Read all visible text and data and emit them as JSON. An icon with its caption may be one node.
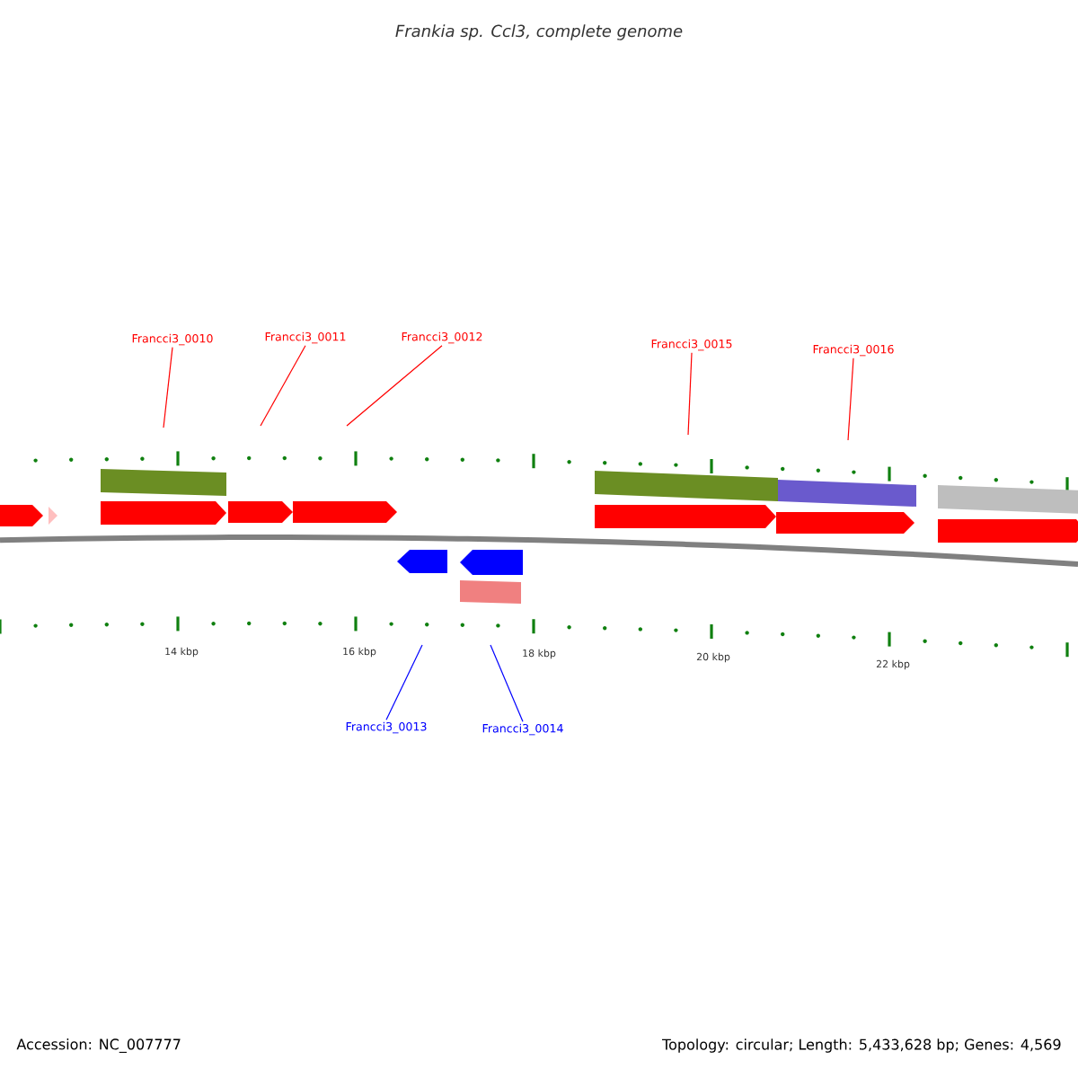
{
  "diagram": {
    "title": "Frankia sp. Ccl3, complete genome",
    "nodes": [
      {
        "text": [
          "Francci3_0010"
        ]
      },
      {
        "text": [
          "Francci3_0011"
        ]
      },
      {
        "text": [
          "Francci3_0012"
        ]
      },
      {
        "text": [
          "Francci3_0015"
        ]
      },
      {
        "text": [
          "Francci3_0016"
        ]
      },
      {
        "text": [
          "Francci3_0013"
        ]
      },
      {
        "text": [
          "Francci3_0014"
        ]
      }
    ],
    "edges": [
      {
        "from": 0,
        "to": null,
        "arrow": "none"
      },
      {
        "from": 1,
        "to": null,
        "arrow": "none"
      },
      {
        "from": 2,
        "to": null,
        "arrow": "none"
      },
      {
        "from": 3,
        "to": null,
        "arrow": "none"
      },
      {
        "from": 4,
        "to": null,
        "arrow": "none"
      },
      {
        "from": 5,
        "to": null,
        "arrow": "none",
        "color": "#0000ff"
      },
      {
        "from": 6,
        "to": null,
        "arrow": "none",
        "color": "#0000ff"
      }
    ],
    "labels": [
      "14 kbp",
      "16 kbp",
      "18 kbp",
      "20 kbp",
      "22 kbp",
      "Accession: NC_007777",
      "Topology: circular; Length: 5,433,628 bp; Genes: 4,569"
    ]
  }
}
